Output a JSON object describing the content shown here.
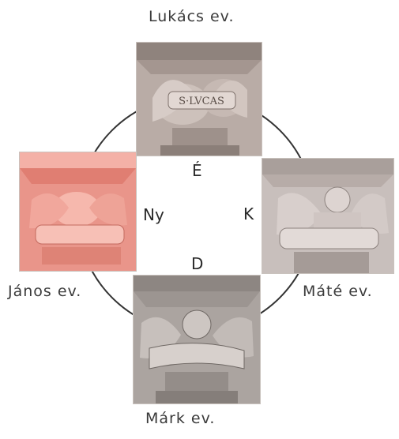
{
  "labels": {
    "top": "Lukács ev.",
    "left": "János ev.",
    "right": "Máté ev.",
    "bottom": "Márk ev."
  },
  "directions": {
    "north": "É",
    "west": "Ny",
    "east": "K",
    "south": "D"
  },
  "colors": {
    "circle": "#333333",
    "stone_top": "#b9aca6",
    "stone_left": "#e9958a",
    "stone_right": "#c8bfbc",
    "stone_bottom": "#aba4a0"
  },
  "images": [
    {
      "name": "lukacs-capital",
      "subject": "winged ox carving"
    },
    {
      "name": "janos-capital",
      "subject": "eagle carving"
    },
    {
      "name": "mate-capital",
      "subject": "angel carving"
    },
    {
      "name": "mark-capital",
      "subject": "winged lion carving"
    }
  ]
}
